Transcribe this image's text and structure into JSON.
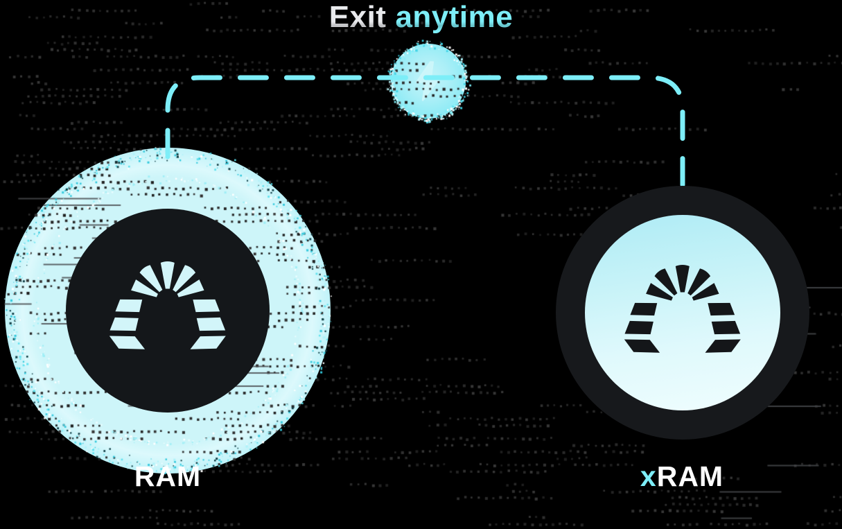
{
  "colors": {
    "background": "#000000",
    "accent_cyan": "#7DEEF8",
    "text_primary": "#E9EAED",
    "coin_dark": "#14171A",
    "glow_cyan": "#66E4F1",
    "pale_cyan": "#CDF5F9"
  },
  "header": {
    "title_prefix": "Exit",
    "title_highlight": "anytime"
  },
  "connector": {
    "icon": "lightning-bolt-icon",
    "style": "dashed-line"
  },
  "coins": {
    "left": {
      "label": "RAM",
      "icon": "ramses-logo-icon"
    },
    "right": {
      "label_prefix": "x",
      "label_rest": "RAM",
      "icon": "ramses-logo-icon"
    }
  }
}
